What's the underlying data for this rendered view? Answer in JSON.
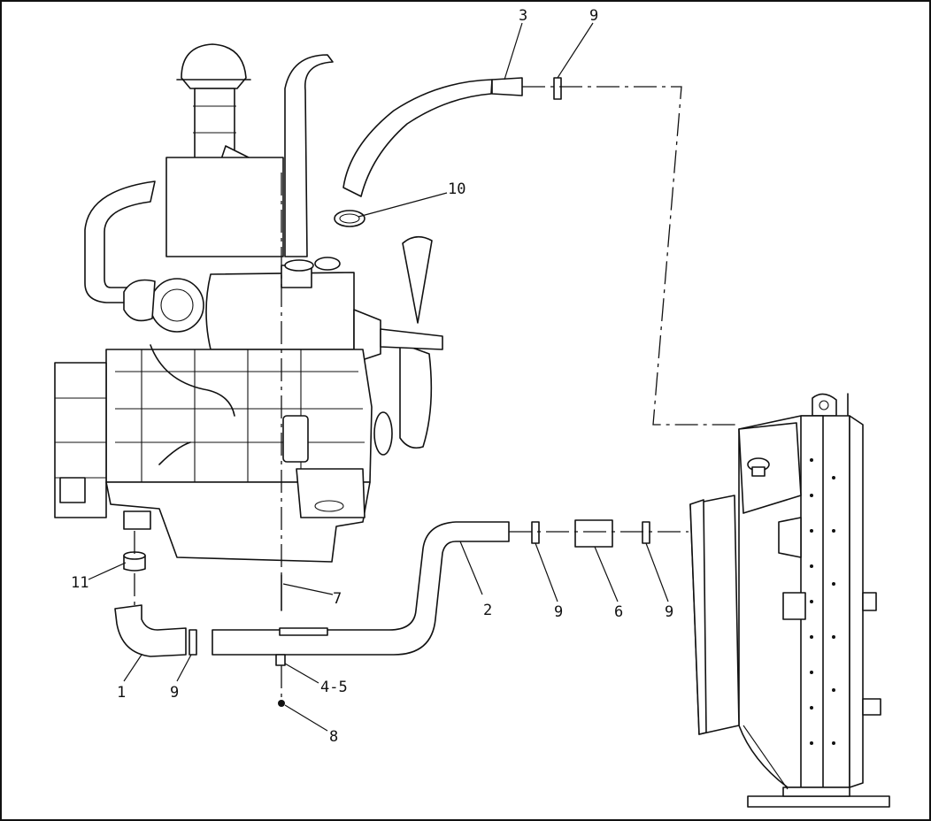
{
  "callouts": [
    {
      "id": "c1",
      "label": "1"
    },
    {
      "id": "c2",
      "label": "2"
    },
    {
      "id": "c3",
      "label": "3"
    },
    {
      "id": "c45",
      "label": "4-5"
    },
    {
      "id": "c6",
      "label": "6"
    },
    {
      "id": "c7",
      "label": "7"
    },
    {
      "id": "c8",
      "label": "8"
    },
    {
      "id": "c9a",
      "label": "9"
    },
    {
      "id": "c9b",
      "label": "9"
    },
    {
      "id": "c9c",
      "label": "9"
    },
    {
      "id": "c9d",
      "label": "9"
    },
    {
      "id": "c10",
      "label": "10"
    },
    {
      "id": "c11",
      "label": "11"
    }
  ]
}
